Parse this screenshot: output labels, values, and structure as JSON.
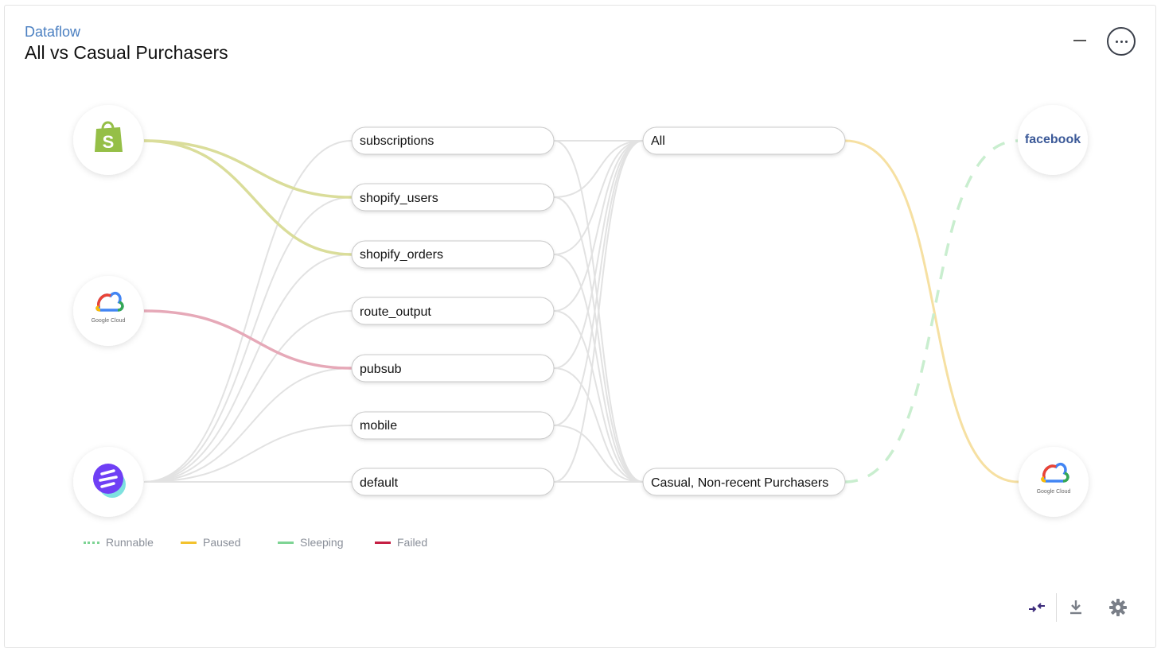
{
  "header": {
    "breadcrumb": "Dataflow",
    "title": "All vs Casual Purchasers"
  },
  "sources": [
    {
      "id": "shopify",
      "icon": "shopify-logo-icon"
    },
    {
      "id": "gcloud-source",
      "icon": "google-cloud-logo-icon",
      "text": "Google Cloud"
    },
    {
      "id": "segment",
      "icon": "stream-logo-icon"
    }
  ],
  "streams": [
    "subscriptions",
    "shopify_users",
    "shopify_orders",
    "route_output",
    "pubsub",
    "mobile",
    "default"
  ],
  "audiences": [
    "All",
    "Casual, Non-recent Purchasers"
  ],
  "destinations": [
    {
      "id": "facebook",
      "icon": "facebook-logo-icon",
      "text": "facebook"
    },
    {
      "id": "gcloud-dest",
      "icon": "google-cloud-logo-icon",
      "text": "Google Cloud"
    }
  ],
  "legend": [
    {
      "label": "Runnable",
      "key": "runnable"
    },
    {
      "label": "Paused",
      "key": "paused"
    },
    {
      "label": "Sleeping",
      "key": "sleeping"
    },
    {
      "label": "Failed",
      "key": "failed"
    }
  ],
  "colors": {
    "shopify_edge": "#dadd9a",
    "failed_edge": "#e6a9b8",
    "paused_edge": "#f6e0a2",
    "runnable_edge": "#c9eecf",
    "idle_edge": "#e2e2e2",
    "breadcrumb": "#4a7fc1",
    "shopify_green": "#95bf47",
    "facebook_blue": "#3b5998",
    "stream_purple": "#6f3ff5"
  },
  "toolbar": {
    "collapse_icon": "collapse-arrows-icon",
    "download_icon": "download-icon",
    "settings_icon": "gear-icon"
  }
}
